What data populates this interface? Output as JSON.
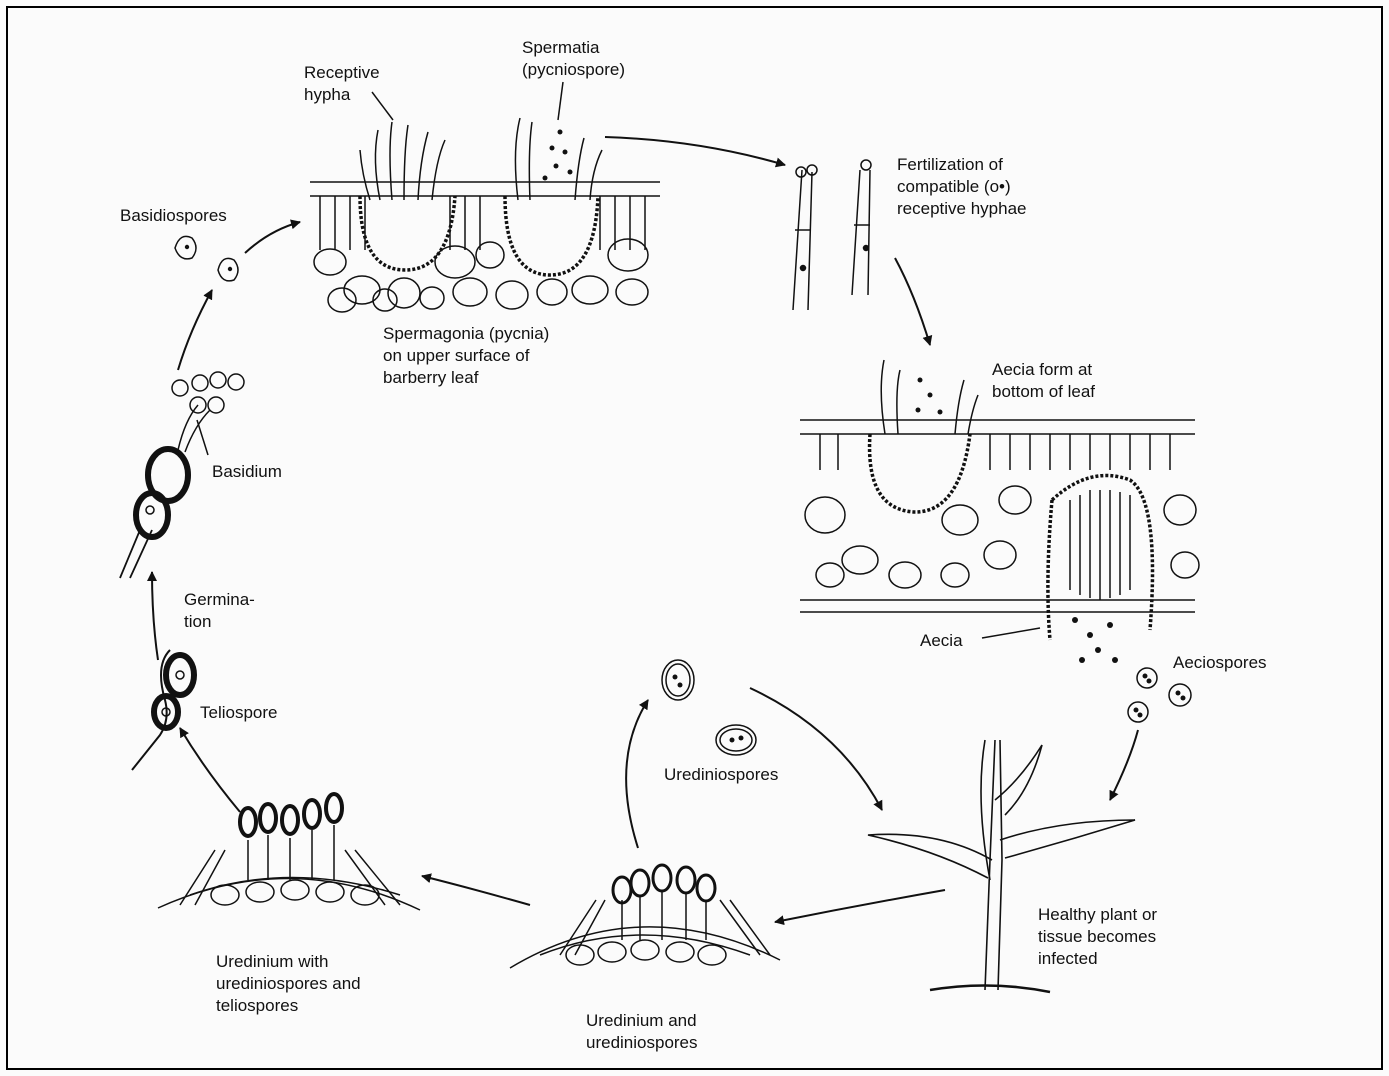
{
  "labels": {
    "receptive_hypha": "Receptive\nhypha",
    "spermatia": "Spermatia\n(pycniospore)",
    "basidiospores": "Basidiospores",
    "fertilization": "Fertilization of\ncompatible (o•)\nreceptive hyphae",
    "spermagonia": "Spermagonia (pycnia)\non upper surface of\nbarberry leaf",
    "aecia_form": "Aecia form at\nbottom of leaf",
    "basidium": "Basidium",
    "germination": "Germina-\ntion",
    "aecia": "Aecia",
    "aeciospores": "Aeciospores",
    "teliospore": "Teliospore",
    "urediniospores": "Urediniospores",
    "healthy_plant": "Healthy plant or\ntissue becomes\ninfected",
    "uredinium_telio": "Uredinium with\nurediniospores and\nteliospores",
    "uredinium_uredinio": "Uredinium and\nurediniospores"
  },
  "colors": {
    "ink": "#111111",
    "paper": "#fbfbfb"
  }
}
